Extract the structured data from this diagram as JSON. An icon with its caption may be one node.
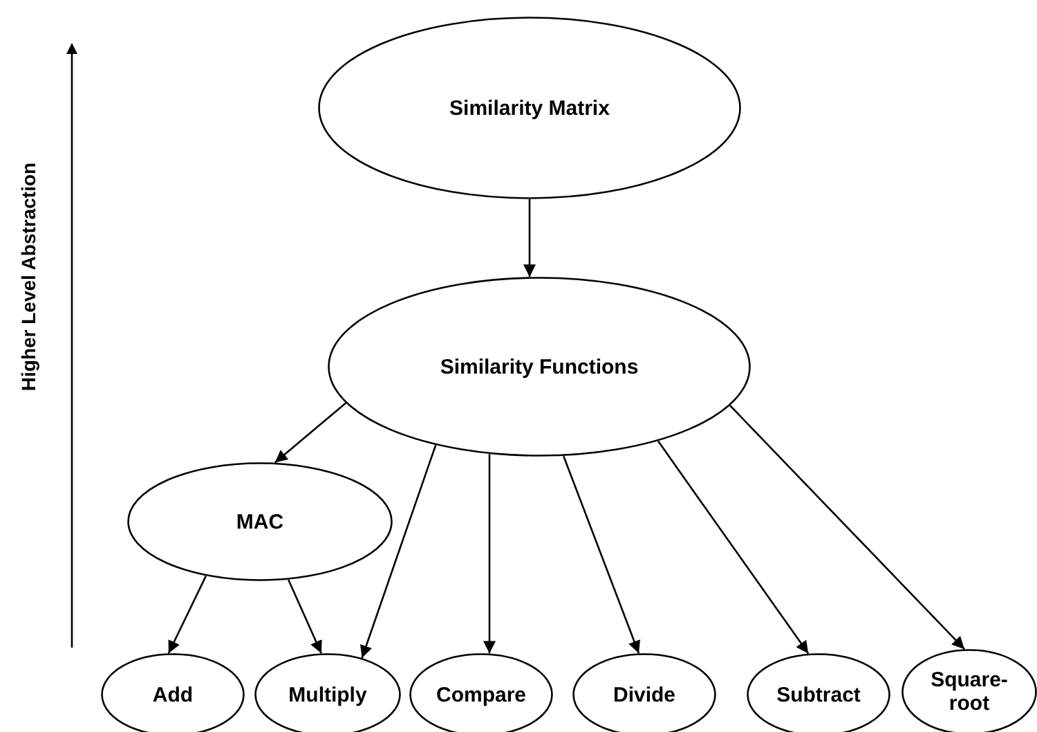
{
  "diagram": {
    "nodes": [
      {
        "text": [
          "Similarity Matrix"
        ]
      },
      {
        "text": [
          "Similarity Functions"
        ]
      },
      {
        "text": [
          "MAC"
        ]
      },
      {
        "text": [
          "Add"
        ]
      },
      {
        "text": [
          "Multiply"
        ]
      },
      {
        "text": [
          "Compare"
        ]
      },
      {
        "text": [
          "Divide"
        ]
      },
      {
        "text": [
          "Subtract"
        ]
      },
      {
        "text": [
          "Square-root"
        ]
      }
    ],
    "edges": [
      {
        "from": 0,
        "to": 1,
        "arrow": "to"
      },
      {
        "from": 1,
        "to": 2,
        "arrow": "to"
      },
      {
        "from": 1,
        "to": 4,
        "arrow": "to"
      },
      {
        "from": 1,
        "to": 5,
        "arrow": "to"
      },
      {
        "from": 1,
        "to": 6,
        "arrow": "to"
      },
      {
        "from": 1,
        "to": 7,
        "arrow": "to"
      },
      {
        "from": 1,
        "to": 8,
        "arrow": "to"
      },
      {
        "from": 2,
        "to": 3,
        "arrow": "to"
      },
      {
        "from": 2,
        "to": 4,
        "arrow": "to"
      }
    ],
    "labels": [
      "Higher Level Abstraction"
    ]
  }
}
